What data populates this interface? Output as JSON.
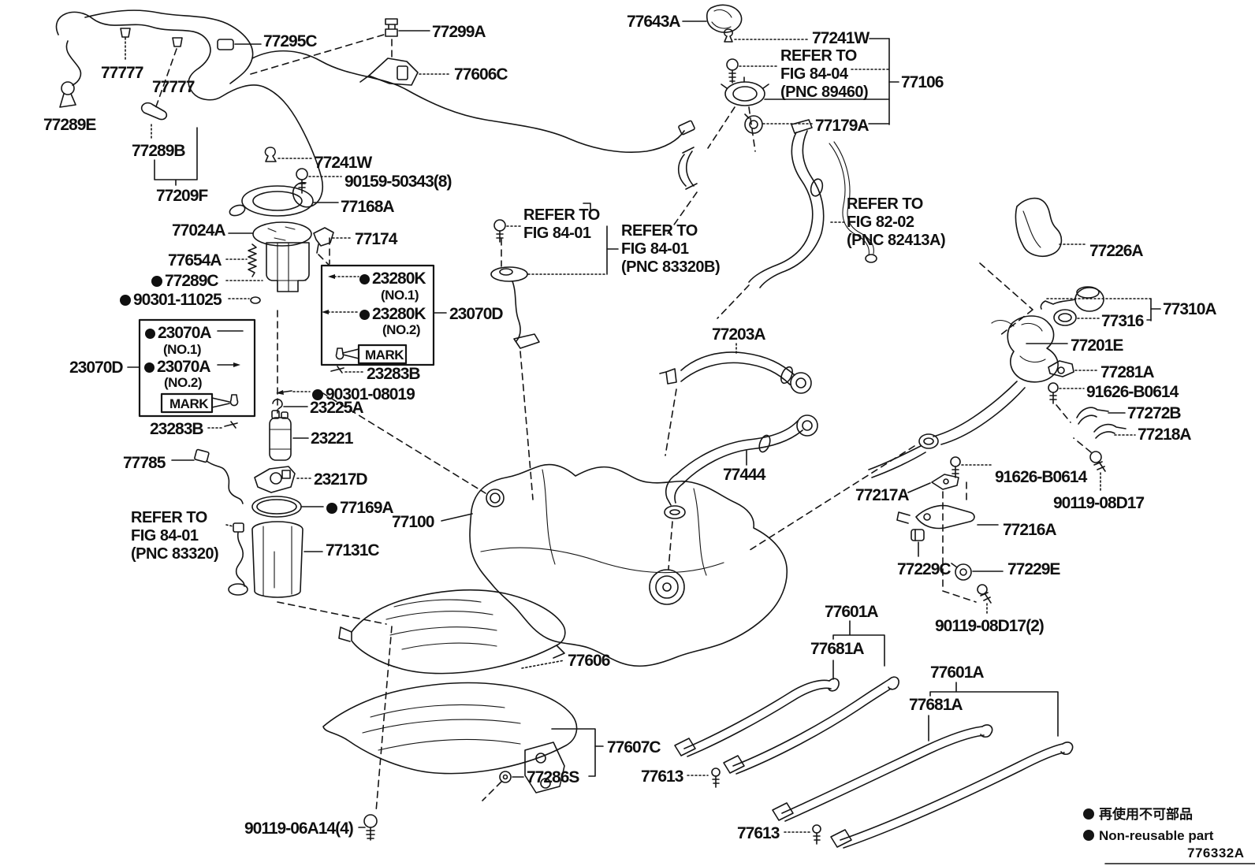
{
  "diagram_code": "776332A",
  "legend": {
    "jp": "再使用不可部品",
    "en": "Non-reusable part"
  },
  "refs": {
    "pump": [
      "REFER TO",
      "FIG 84-01",
      "(PNC 83320)"
    ],
    "sender_top": [
      "REFER TO",
      "FIG 84-01"
    ],
    "sender_right": [
      "REFER TO",
      "FIG 84-01",
      "(PNC 83320B)"
    ],
    "fig8404": [
      "REFER TO",
      "FIG 84-04",
      "(PNC 89460)"
    ],
    "fig8202": [
      "REFER TO",
      "FIG 82-02",
      "(PNC 82413A)"
    ]
  },
  "parts": {
    "p77295C": "77295C",
    "p77299A": "77299A",
    "p77606C": "77606C",
    "p77777a": "77777",
    "p77777b": "77777",
    "p77289E": "77289E",
    "p77289B": "77289B",
    "p77209F": "77209F",
    "p77241W_l": "77241W",
    "p90159_50343": "90159-50343(8)",
    "p77168A": "77168A",
    "p77024A": "77024A",
    "p77174": "77174",
    "p77654A": "77654A",
    "p77289C": "77289C",
    "p90301_11025": "90301-11025",
    "p23070D_l": "23070D",
    "p23070A": "23070A",
    "no1": "(NO.1)",
    "no2": "(NO.2)",
    "mark": "MARK",
    "p23283B_l": "23283B",
    "p23280K": "23280K",
    "p23070D_r": "23070D",
    "p23283B_r": "23283B",
    "p90301_08019": "90301-08019",
    "p23225A": "23225A",
    "p23221": "23221",
    "p77785": "77785",
    "p23217D": "23217D",
    "p77169A": "77169A",
    "p77100": "77100",
    "p77131C": "77131C",
    "p77203A": "77203A",
    "p77444": "77444",
    "p77643A": "77643A",
    "p77241W_r": "77241W",
    "p77106": "77106",
    "p77179A": "77179A",
    "p77226A": "77226A",
    "p77310A": "77310A",
    "p77316": "77316",
    "p77201E": "77201E",
    "p77281A": "77281A",
    "p91626_a": "91626-B0614",
    "p77272B": "77272B",
    "p77218A": "77218A",
    "p91626_b": "91626-B0614",
    "p77217A": "77217A",
    "p90119_08D17": "90119-08D17",
    "p77216A": "77216A",
    "p77229C": "77229C",
    "p77229E": "77229E",
    "p90119_08D17_2": "90119-08D17(2)",
    "p77601A": "77601A",
    "p77681A": "77681A",
    "p77606": "77606",
    "p77607C": "77607C",
    "p77286S": "77286S",
    "p77613": "77613",
    "p90119_06A14": "90119-06A14(4)"
  }
}
